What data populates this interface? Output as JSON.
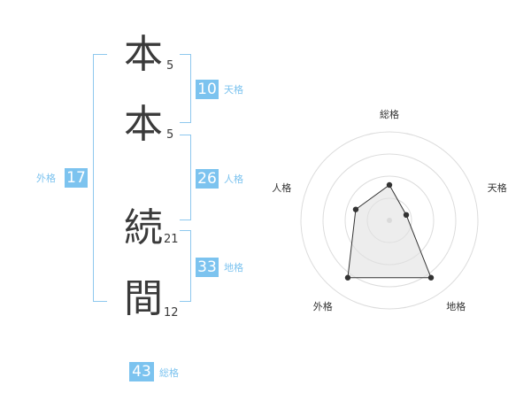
{
  "name": {
    "chars": [
      {
        "char": "本",
        "strokes": "5"
      },
      {
        "char": "本",
        "strokes": "5"
      },
      {
        "char": "続",
        "strokes": "21"
      },
      {
        "char": "間",
        "strokes": "12"
      }
    ]
  },
  "fortune": {
    "tenkaku": {
      "value": "10",
      "label": "天格"
    },
    "jinkaku": {
      "value": "26",
      "label": "人格"
    },
    "chikaku": {
      "value": "33",
      "label": "地格"
    },
    "gaikaku": {
      "value": "17",
      "label": "外格"
    },
    "soukaku": {
      "value": "43",
      "label": "総格"
    }
  },
  "colors": {
    "accent": "#7cc3ef",
    "bracket": "#8ec8ee",
    "text": "#3a3a3a"
  },
  "chart_data": {
    "type": "radar",
    "axes": [
      "総格",
      "天格",
      "地格",
      "外格",
      "人格"
    ],
    "levels": 4,
    "max": 5,
    "values": [
      2,
      1,
      4,
      4,
      2
    ]
  }
}
